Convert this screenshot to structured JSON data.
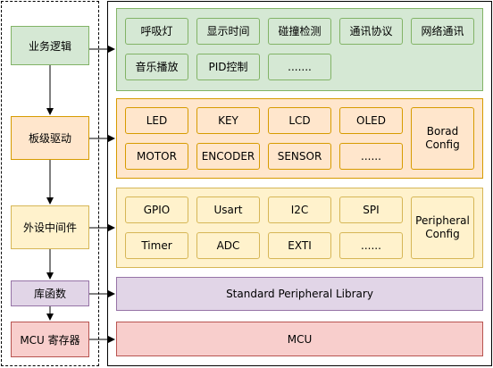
{
  "layers": {
    "business": "业务逻辑",
    "board": "板级驱动",
    "middleware": "外设中间件",
    "library": "库函数",
    "register": "MCU 寄存器"
  },
  "business_items": [
    "呼吸灯",
    "显示时间",
    "碰撞检测",
    "通讯协议",
    "网络通讯",
    "音乐播放",
    "PID控制",
    "......."
  ],
  "board_items": [
    "LED",
    "KEY",
    "LCD",
    "OLED",
    "MOTOR",
    "ENCODER",
    "SENSOR",
    "......"
  ],
  "board_config": [
    "Borad",
    "Config"
  ],
  "middleware_items": [
    "GPIO",
    "Usart",
    "I2C",
    "SPI",
    "Timer",
    "ADC",
    "EXTI",
    "......"
  ],
  "middleware_config": [
    "Peripheral",
    "Config"
  ],
  "library_label": "Standard Peripheral Library",
  "mcu_label": "MCU"
}
